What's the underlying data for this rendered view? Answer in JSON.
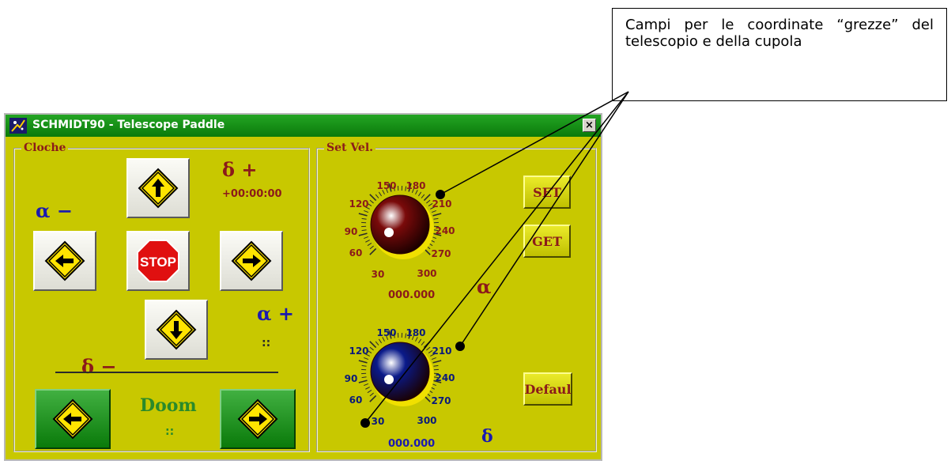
{
  "window": {
    "title": "SCHMIDT90 - Telescope Paddle",
    "close_glyph": "×"
  },
  "cloche": {
    "label": "Cloche",
    "alpha_minus": "α −",
    "delta_plus": "δ +",
    "delta_plus_value": "+00:00:00",
    "alpha_plus": "α +",
    "alpha_plus_value": "::",
    "delta_minus": "δ −",
    "stop_label": "STOP",
    "doom_label": "Doom",
    "doom_value": "::"
  },
  "set_vel": {
    "label": "Set Vel.",
    "alpha_symbol": "α",
    "delta_symbol": "δ",
    "alpha_dial": {
      "ticks": [
        "30",
        "60",
        "90",
        "120",
        "150",
        "180",
        "210",
        "240",
        "270",
        "300"
      ],
      "value_text": "000.000",
      "knob_color": "#7a0a0a",
      "label_color": "#8b1a1a"
    },
    "delta_dial": {
      "ticks": [
        "30",
        "60",
        "90",
        "120",
        "150",
        "180",
        "210",
        "240",
        "270",
        "300"
      ],
      "value_text": "000.000",
      "knob_color": "#0a1a8a",
      "label_color": "#0a1a7a"
    },
    "set_button": "SET",
    "get_button": "GET",
    "default_button": "Defaul"
  },
  "callout": {
    "text": "Campi per le coordinate “grezze” del telescopio e della cupola"
  },
  "colors": {
    "panel": "#c8c800",
    "title_green": "#0a7a0a",
    "label_red": "#8b1a1a",
    "label_blue": "#1a1ab0"
  },
  "icons": {
    "up": "arrow-up-sign-icon",
    "down": "arrow-down-sign-icon",
    "left": "arrow-left-sign-icon",
    "right": "arrow-right-sign-icon",
    "stop": "stop-sign-icon"
  }
}
